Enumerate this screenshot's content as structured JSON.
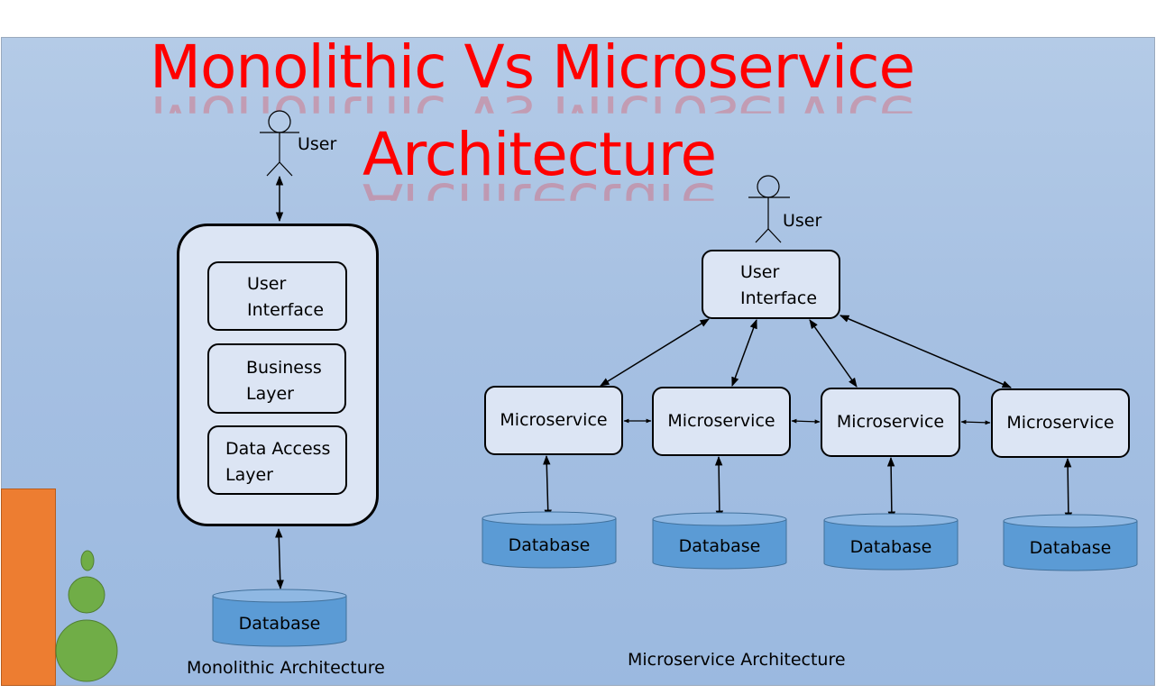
{
  "title": {
    "line1": "Monolithic Vs Microservice",
    "line2": "Architecture"
  },
  "monolithic": {
    "user_label": "User",
    "layers": [
      "User\nInterface",
      "Business\nLayer",
      "Data Access\nLayer"
    ],
    "database_label": "Database",
    "caption": "Monolithic Architecture"
  },
  "microservice": {
    "user_label": "User",
    "ui_label": "User\nInterface",
    "services": [
      "Microservice",
      "Microservice",
      "Microservice",
      "Microservice"
    ],
    "databases": [
      "Database",
      "Database",
      "Database",
      "Database"
    ],
    "caption": "Microservice Architecture"
  },
  "colors": {
    "title": "#ff0000",
    "database_fill": "#5b9bd5",
    "box_fill": "#dce5f4",
    "orange_block": "#ed7d31",
    "green_shape": "#70ad47"
  }
}
